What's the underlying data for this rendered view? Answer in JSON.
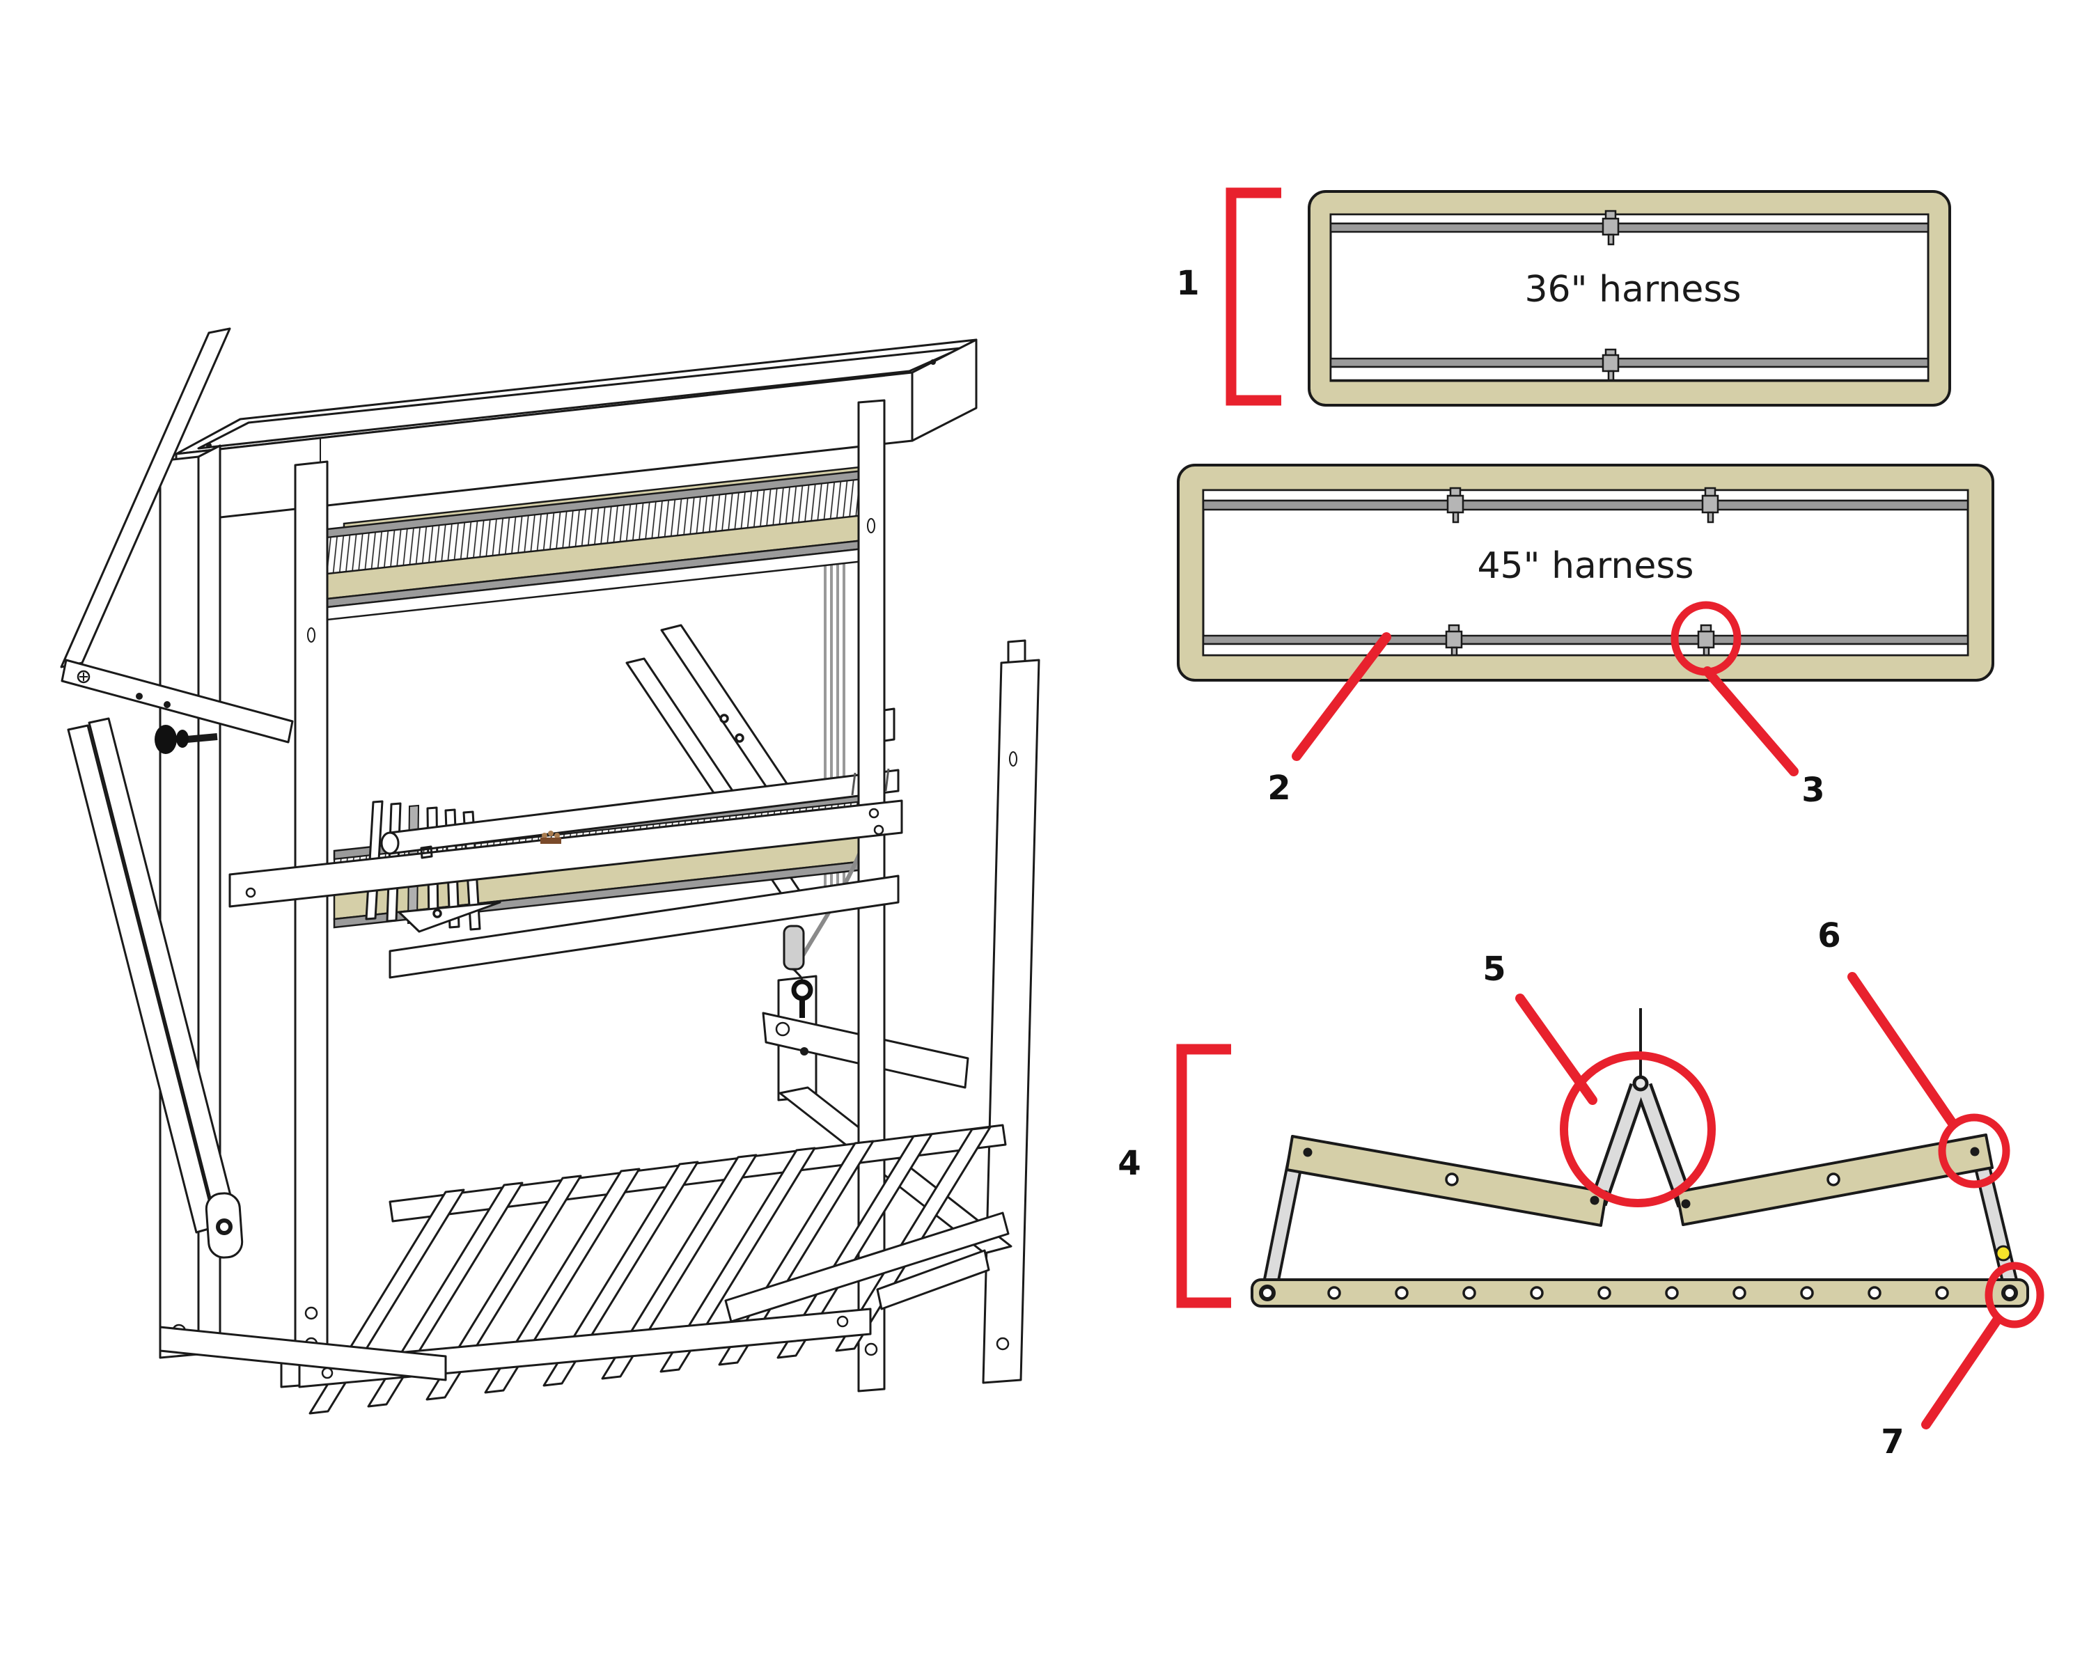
{
  "colors": {
    "background": "#ffffff",
    "line_black": "#1a1a1a",
    "frame_tan": "#d5cfa8",
    "heddle_bar_gray": "#9b9b9b",
    "link_gray": "#dcdcdc",
    "annotation_red": "#e8212d",
    "pin_yellow": "#f6e32b",
    "logo_brown": "#7a4a2a"
  },
  "harnesses": {
    "h36": {
      "label": "36\" harness"
    },
    "h45": {
      "label": "45\" harness"
    }
  },
  "callouts": [
    {
      "number": "1",
      "marker": "bracket",
      "points_to": "36-inch harness frame"
    },
    {
      "number": "2",
      "marker": "leader-line",
      "points_to": "lower heddle bar"
    },
    {
      "number": "3",
      "marker": "circle",
      "points_to": "heddle bar clip"
    },
    {
      "number": "4",
      "marker": "bracket",
      "points_to": "lamm assembly"
    },
    {
      "number": "5",
      "marker": "circle",
      "points_to": "center pivot apex"
    },
    {
      "number": "6",
      "marker": "circle",
      "points_to": "right arm joint"
    },
    {
      "number": "7",
      "marker": "circle",
      "points_to": "bottom bar end hole"
    }
  ]
}
